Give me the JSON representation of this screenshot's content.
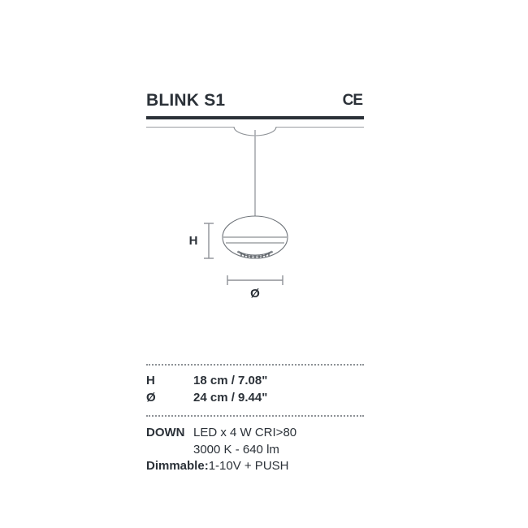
{
  "header": {
    "title": "BLINK S1",
    "certification": "CE"
  },
  "drawing": {
    "height_label": "H",
    "diameter_label": "Ø"
  },
  "dimensions": {
    "rows": [
      {
        "key": "H",
        "value": "18 cm / 7.08\""
      },
      {
        "key": "Ø",
        "value": "24 cm / 9.44\""
      }
    ]
  },
  "specs": {
    "direction_label": "DOWN",
    "source_line": "LED x 4 W CRI>80",
    "output_line": "3000 K - 640 lm",
    "dimmable_label": "Dimmable:",
    "dimmable_value": "1-10V + PUSH"
  },
  "colors": {
    "text": "#2b3138",
    "rule": "#2b3138",
    "line": "#9a9ea3",
    "dotted": "#8d9196",
    "background": "#ffffff"
  }
}
